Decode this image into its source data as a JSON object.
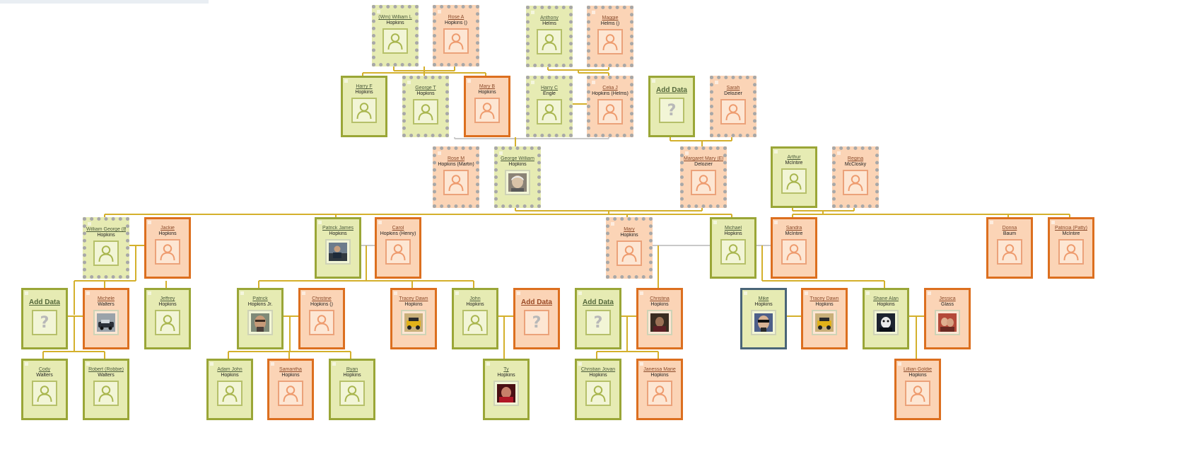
{
  "colors": {
    "male_fill": "#e6ebb3",
    "male_border": "#9aa637",
    "female_fill": "#fbd4b6",
    "female_border": "#dc6f1f",
    "unknown_border": "#a8a8a8",
    "highlight_border": "#4a6578",
    "connector_line": "#d4b02c",
    "spouse_line": "#c9c9c9"
  },
  "people": [
    {
      "id": "wm",
      "given": "(Wm) William L",
      "surname": "Hopkins",
      "gender": "male",
      "style": "dashed",
      "image": "placeholder"
    },
    {
      "id": "rosea",
      "given": "Rose A",
      "surname": "Hopkins ()",
      "gender": "female",
      "style": "dashed",
      "image": "placeholder"
    },
    {
      "id": "anthony",
      "given": "Anthony",
      "surname": "Helms",
      "gender": "male",
      "style": "dashed",
      "image": "placeholder"
    },
    {
      "id": "maggie",
      "given": "Maggie",
      "surname": "Helms ()",
      "gender": "female",
      "style": "dashed",
      "image": "placeholder"
    },
    {
      "id": "harryf",
      "given": "Harry F",
      "surname": "Hopkins",
      "gender": "male",
      "style": "solid",
      "image": "placeholder"
    },
    {
      "id": "georget",
      "given": "George T",
      "surname": "Hopkins",
      "gender": "male",
      "style": "dashed",
      "image": "placeholder"
    },
    {
      "id": "maryb",
      "given": "Mary B",
      "surname": "Hopkins",
      "gender": "female",
      "style": "solid",
      "image": "placeholder"
    },
    {
      "id": "harryc",
      "given": "Harry C",
      "surname": "Engle",
      "gender": "male",
      "style": "dashed",
      "image": "placeholder"
    },
    {
      "id": "celiaj",
      "given": "Celia J",
      "surname": "Hopkins (Helms)",
      "gender": "female",
      "style": "dashed",
      "image": "placeholder"
    },
    {
      "id": "add1",
      "add": "Add Data",
      "gender": "male",
      "style": "solid",
      "image": "unknown"
    },
    {
      "id": "sarah",
      "given": "Sarah",
      "surname": "Delozier",
      "gender": "female",
      "style": "dashed",
      "image": "placeholder"
    },
    {
      "id": "rosem",
      "given": "Rose M",
      "surname": "Hopkins (Martin)",
      "gender": "female",
      "style": "dashed",
      "image": "placeholder"
    },
    {
      "id": "georgew",
      "given": "George William",
      "surname": "Hopkins",
      "gender": "male",
      "style": "dashed",
      "image": "photo-grayhair"
    },
    {
      "id": "margaret",
      "given": "Margaret Mary (Elli",
      "surname": "Delozier",
      "gender": "female",
      "style": "dashed",
      "image": "placeholder"
    },
    {
      "id": "arthur",
      "given": "Arthur",
      "surname": "McIntire",
      "gender": "male",
      "style": "solid",
      "image": "placeholder"
    },
    {
      "id": "regina",
      "given": "Regina",
      "surname": "McClosky",
      "gender": "female",
      "style": "dashed",
      "image": "placeholder"
    },
    {
      "id": "wgeorge",
      "given": "William George (B",
      "surname": "Hopkins",
      "gender": "male",
      "style": "dashed",
      "image": "placeholder"
    },
    {
      "id": "jackie",
      "given": "Jackie",
      "surname": "Hopkins",
      "gender": "female",
      "style": "solid",
      "image": "placeholder"
    },
    {
      "id": "patrickj",
      "given": "Patrick James",
      "surname": "Hopkins",
      "gender": "male",
      "style": "solid",
      "image": "photo-man"
    },
    {
      "id": "carol",
      "given": "Carol",
      "surname": "Hopkins (Henry)",
      "gender": "female",
      "style": "solid",
      "image": "placeholder"
    },
    {
      "id": "mary",
      "given": "Mary",
      "surname": "Hopkins",
      "gender": "female",
      "style": "dashed",
      "image": "placeholder"
    },
    {
      "id": "michael",
      "given": "Michael",
      "surname": "Hopkins",
      "gender": "male",
      "style": "solid",
      "image": "placeholder"
    },
    {
      "id": "sandra",
      "given": "Sandra",
      "surname": "McIntire",
      "gender": "female",
      "style": "solid",
      "image": "placeholder"
    },
    {
      "id": "donna",
      "given": "Donna",
      "surname": "Baum",
      "gender": "female",
      "style": "solid",
      "image": "placeholder"
    },
    {
      "id": "patricia",
      "given": "Patricia (Patty)",
      "surname": "McIntire",
      "gender": "female",
      "style": "solid",
      "image": "placeholder"
    },
    {
      "id": "add2",
      "add": "Add Data",
      "gender": "male",
      "style": "solid",
      "image": "unknown"
    },
    {
      "id": "michele",
      "given": "Michele",
      "surname": "Walters",
      "gender": "female",
      "style": "solid",
      "image": "photo-car"
    },
    {
      "id": "jeffrey",
      "given": "Jeffrey",
      "surname": "Hopkins",
      "gender": "male",
      "style": "solid",
      "image": "placeholder"
    },
    {
      "id": "patrickjr",
      "given": "Patrick",
      "surname": "Hopkins Jr.",
      "gender": "male",
      "style": "solid",
      "image": "photo-face"
    },
    {
      "id": "christine",
      "given": "Christine",
      "surname": "Hopkins ()",
      "gender": "female",
      "style": "solid",
      "image": "placeholder"
    },
    {
      "id": "tracey1",
      "given": "Tracey Dawn",
      "surname": "Hopkins",
      "gender": "female",
      "style": "solid",
      "image": "photo-jeep"
    },
    {
      "id": "john",
      "given": "John",
      "surname": "Hopkins",
      "gender": "male",
      "style": "solid",
      "image": "placeholder"
    },
    {
      "id": "add3",
      "add": "Add Data",
      "gender": "female",
      "style": "solid",
      "image": "unknown"
    },
    {
      "id": "add4",
      "add": "Add Data",
      "gender": "male",
      "style": "solid",
      "image": "unknown"
    },
    {
      "id": "christina",
      "given": "Christina",
      "surname": "Hopkins",
      "gender": "female",
      "style": "solid",
      "image": "photo-dark"
    },
    {
      "id": "mike",
      "given": "Mike",
      "surname": "Hopkins",
      "gender": "male",
      "style": "blue",
      "image": "photo-sunglasses"
    },
    {
      "id": "tracey2",
      "given": "Tracey Dawn",
      "surname": "Hopkins",
      "gender": "female",
      "style": "solid",
      "image": "photo-jeep"
    },
    {
      "id": "shane",
      "given": "Shane Alan",
      "surname": "Hopkins",
      "gender": "male",
      "style": "solid",
      "image": "photo-dog"
    },
    {
      "id": "jessica",
      "given": "Jessica",
      "surname": "Glass",
      "gender": "female",
      "style": "solid",
      "image": "photo-couple"
    },
    {
      "id": "cody",
      "given": "Cody",
      "surname": "Walters",
      "gender": "male",
      "style": "solid",
      "image": "placeholder"
    },
    {
      "id": "robert",
      "given": "Robert (Robbie)",
      "surname": "Walters",
      "gender": "male",
      "style": "solid",
      "image": "placeholder"
    },
    {
      "id": "adam",
      "given": "Adam John",
      "surname": "Hopkins",
      "gender": "male",
      "style": "solid",
      "image": "placeholder"
    },
    {
      "id": "samantha",
      "given": "Samantha",
      "surname": "Hopkins",
      "gender": "female",
      "style": "solid",
      "image": "placeholder"
    },
    {
      "id": "ryan",
      "given": "Ryan",
      "surname": "Hopkins",
      "gender": "male",
      "style": "solid",
      "image": "placeholder"
    },
    {
      "id": "ty",
      "given": "Ty",
      "surname": "Hopkins",
      "gender": "male",
      "style": "solid",
      "image": "photo-red"
    },
    {
      "id": "christian",
      "given": "Christian Jovan",
      "surname": "Hopkins",
      "gender": "male",
      "style": "solid",
      "image": "placeholder"
    },
    {
      "id": "janessa",
      "given": "Janessa Marie",
      "surname": "Hopkins",
      "gender": "female",
      "style": "solid",
      "image": "placeholder"
    },
    {
      "id": "lillian",
      "given": "Lillian Goldie",
      "surname": "Hopkins",
      "gender": "female",
      "style": "solid",
      "image": "placeholder"
    }
  ]
}
